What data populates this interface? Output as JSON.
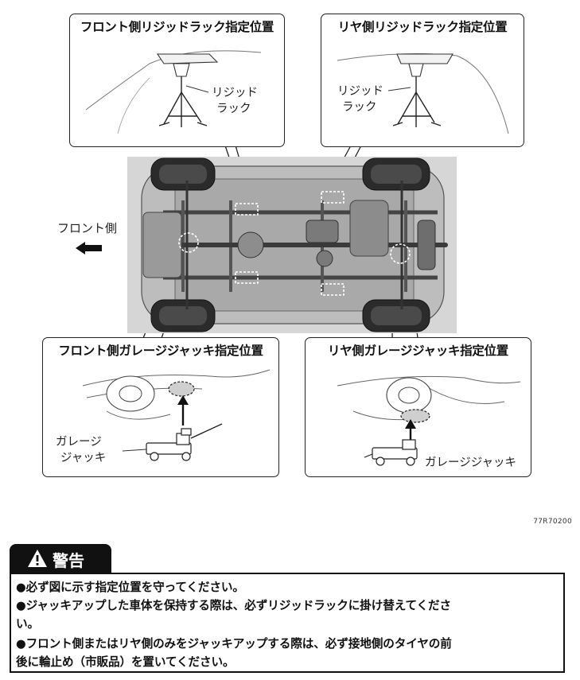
{
  "callouts": {
    "front_rack": {
      "title": "フロント側リジッドラック指定位置",
      "label_line1": "リジッド",
      "label_line2": "ラック"
    },
    "rear_rack": {
      "title": "リヤ側リジッドラック指定位置",
      "label_line1": "リジッド",
      "label_line2": "ラック"
    },
    "front_jack": {
      "title": "フロント側ガレージジャッキ指定位置",
      "label_line1": "ガレージ",
      "label_line2": "ジャッキ"
    },
    "rear_jack": {
      "title": "リヤ側ガレージジャッキ指定位置",
      "label": "ガレージジャッキ"
    }
  },
  "front_side_label": "フロント側",
  "figure_code": "77R70200",
  "warning": {
    "title": "警告",
    "items": [
      "●必ず図に示す指定位置を守ってください。",
      "●ジャッキアップした車体を保持する際は、必ずリジッドラックに掛け替えてくださ",
      "い。",
      "●フロント側またはリヤ側のみをジャッキアップする際は、必ず接地側のタイヤの前",
      "後に輪止め（市販品）を置いてください。"
    ]
  }
}
